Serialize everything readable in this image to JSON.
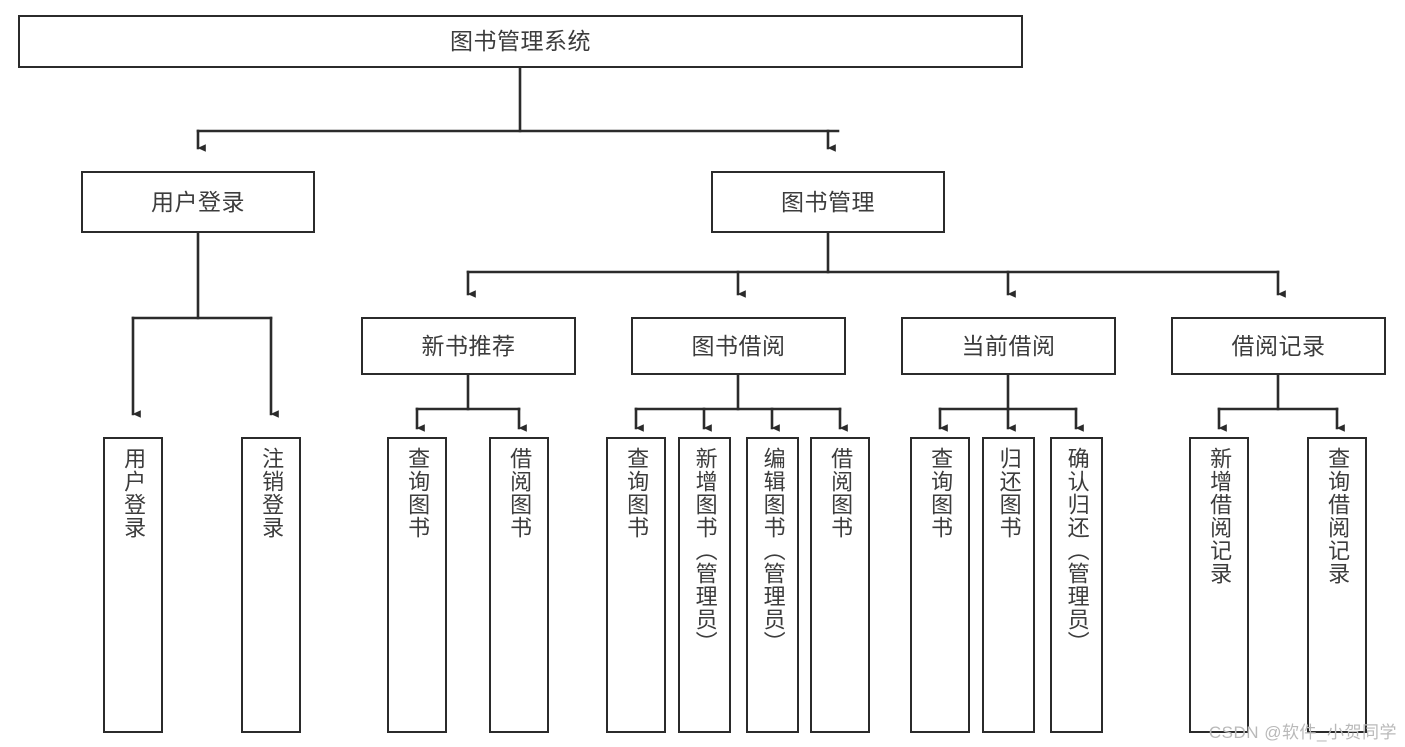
{
  "diagram": {
    "type": "tree-hierarchy",
    "title": "图书管理系统",
    "watermark": "CSDN @软件_小贺同学",
    "colors": {
      "stroke": "#2b2b2b",
      "fill": "#ffffff",
      "text": "#3c3c3c",
      "watermark": "#b9b9b9",
      "background": "#ffffff"
    },
    "nodes": {
      "root": {
        "label": "图书管理系统"
      },
      "level2": [
        {
          "label": "用户登录"
        },
        {
          "label": "图书管理"
        }
      ],
      "level3": [
        {
          "label": "新书推荐"
        },
        {
          "label": "图书借阅"
        },
        {
          "label": "当前借阅"
        },
        {
          "label": "借阅记录"
        }
      ],
      "leaves": [
        {
          "label": "用户登录"
        },
        {
          "label": "注销登录"
        },
        {
          "label": "查询图书"
        },
        {
          "label": "借阅图书"
        },
        {
          "label": "查询图书"
        },
        {
          "label": "新增图书（管理员）"
        },
        {
          "label": "编辑图书（管理员）"
        },
        {
          "label": "借阅图书"
        },
        {
          "label": "查询图书"
        },
        {
          "label": "归还图书"
        },
        {
          "label": "确认归还（管理员）"
        },
        {
          "label": "新增借阅记录"
        },
        {
          "label": "查询借阅记录"
        }
      ]
    },
    "edges": [
      {
        "from": "图书管理系统",
        "to": "用户登录"
      },
      {
        "from": "图书管理系统",
        "to": "图书管理"
      },
      {
        "from": "用户登录",
        "to": "用户登录"
      },
      {
        "from": "用户登录",
        "to": "注销登录"
      },
      {
        "from": "图书管理",
        "to": "新书推荐"
      },
      {
        "from": "图书管理",
        "to": "图书借阅"
      },
      {
        "from": "图书管理",
        "to": "当前借阅"
      },
      {
        "from": "图书管理",
        "to": "借阅记录"
      },
      {
        "from": "新书推荐",
        "to": "查询图书"
      },
      {
        "from": "新书推荐",
        "to": "借阅图书"
      },
      {
        "from": "图书借阅",
        "to": "查询图书"
      },
      {
        "from": "图书借阅",
        "to": "新增图书（管理员）"
      },
      {
        "from": "图书借阅",
        "to": "编辑图书（管理员）"
      },
      {
        "from": "图书借阅",
        "to": "借阅图书"
      },
      {
        "from": "当前借阅",
        "to": "查询图书"
      },
      {
        "from": "当前借阅",
        "to": "归还图书"
      },
      {
        "from": "当前借阅",
        "to": "确认归还（管理员）"
      },
      {
        "from": "借阅记录",
        "to": "新增借阅记录"
      },
      {
        "from": "借阅记录",
        "to": "查询借阅记录"
      }
    ]
  }
}
